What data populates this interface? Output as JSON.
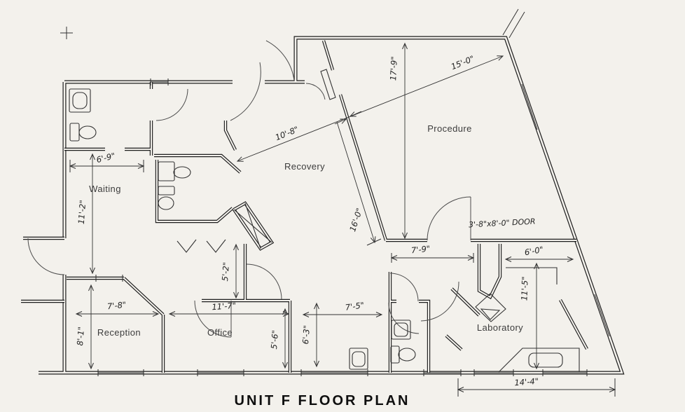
{
  "title": "UNIT F FLOOR PLAN",
  "colors": {
    "background": "#f3f1ec",
    "ink": "#1d1d1d"
  },
  "rooms": [
    {
      "name": "Waiting"
    },
    {
      "name": "Recovery"
    },
    {
      "name": "Procedure"
    },
    {
      "name": "Reception"
    },
    {
      "name": "Office"
    },
    {
      "name": "Laboratory"
    }
  ],
  "dims": [
    {
      "label": "6'-9\""
    },
    {
      "label": "11'-2\""
    },
    {
      "label": "8'-1\""
    },
    {
      "label": "7'-8\""
    },
    {
      "label": "11'-7\""
    },
    {
      "label": "5'-2\""
    },
    {
      "label": "5'-6\""
    },
    {
      "label": "6'-3\""
    },
    {
      "label": "7'-5\""
    },
    {
      "label": "7'-9\""
    },
    {
      "label": "17'-9\""
    },
    {
      "label": "10'-8\""
    },
    {
      "label": "15'-0\""
    },
    {
      "label": "16'-0\""
    },
    {
      "label": "6'-0\""
    },
    {
      "label": "11'-5\""
    },
    {
      "label": "14'-4\""
    }
  ],
  "annotations": {
    "door": "3'-8\"x8'-0\" DOOR"
  }
}
